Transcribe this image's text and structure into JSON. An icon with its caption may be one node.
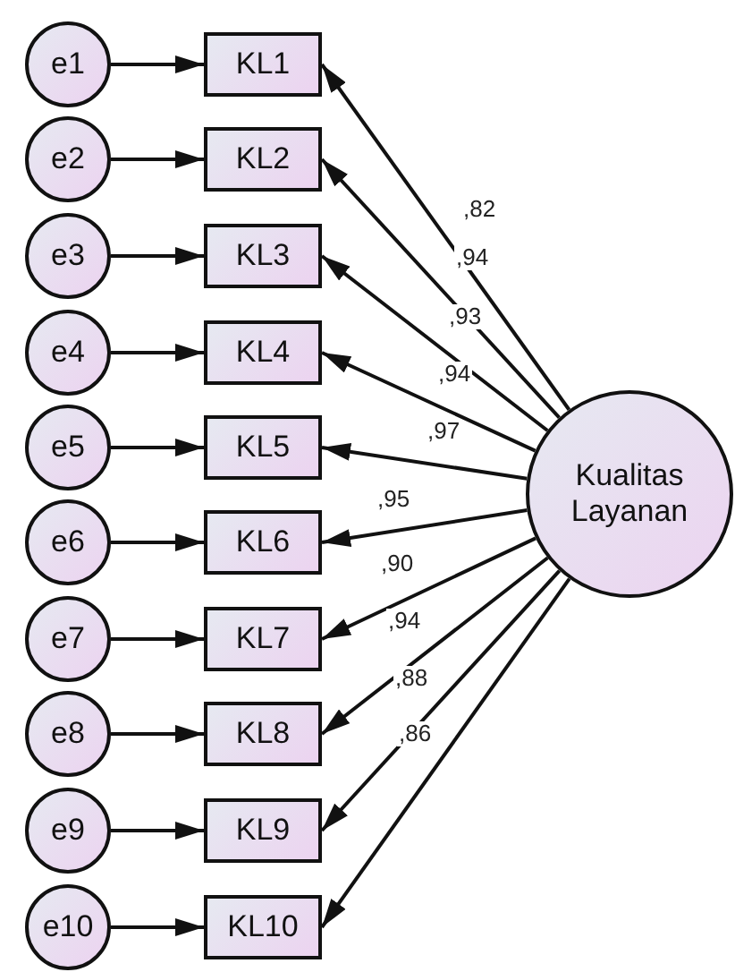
{
  "diagram": {
    "nodes": [
      {
        "text": [
          "e1"
        ]
      },
      {
        "text": [
          "e2"
        ]
      },
      {
        "text": [
          "e3"
        ]
      },
      {
        "text": [
          "e4"
        ]
      },
      {
        "text": [
          "e5"
        ]
      },
      {
        "text": [
          "e6"
        ]
      },
      {
        "text": [
          "e7"
        ]
      },
      {
        "text": [
          "e8"
        ]
      },
      {
        "text": [
          "e9"
        ]
      },
      {
        "text": [
          "e10"
        ]
      },
      {
        "text": [
          "KL1"
        ]
      },
      {
        "text": [
          "KL2"
        ]
      },
      {
        "text": [
          "KL3"
        ]
      },
      {
        "text": [
          "KL4"
        ]
      },
      {
        "text": [
          "KL5"
        ]
      },
      {
        "text": [
          "KL6"
        ]
      },
      {
        "text": [
          "KL7"
        ]
      },
      {
        "text": [
          "KL8"
        ]
      },
      {
        "text": [
          "KL9"
        ]
      },
      {
        "text": [
          "KL10"
        ]
      },
      {
        "text": [
          "Kualitas Layanan"
        ]
      }
    ],
    "edges": [
      {
        "from": 0,
        "to": 10,
        "arrow": "to"
      },
      {
        "from": 1,
        "to": 11,
        "arrow": "to"
      },
      {
        "from": 2,
        "to": 12,
        "arrow": "to"
      },
      {
        "from": 3,
        "to": 13,
        "arrow": "to"
      },
      {
        "from": 4,
        "to": 14,
        "arrow": "to"
      },
      {
        "from": 5,
        "to": 15,
        "arrow": "to"
      },
      {
        "from": 6,
        "to": 16,
        "arrow": "to"
      },
      {
        "from": 7,
        "to": 17,
        "arrow": "to"
      },
      {
        "from": 8,
        "to": 18,
        "arrow": "to"
      },
      {
        "from": 9,
        "to": 19,
        "arrow": "to"
      },
      {
        "from": 20,
        "to": 10,
        "arrow": "to",
        "label": ",82"
      },
      {
        "from": 20,
        "to": 11,
        "arrow": "to",
        "label": ",94"
      },
      {
        "from": 20,
        "to": 12,
        "arrow": "to",
        "label": ",93"
      },
      {
        "from": 20,
        "to": 13,
        "arrow": "to",
        "label": ",94"
      },
      {
        "from": 20,
        "to": 14,
        "arrow": "to",
        "label": ",97"
      },
      {
        "from": 20,
        "to": 15,
        "arrow": "to",
        "label": ",95"
      },
      {
        "from": 20,
        "to": 16,
        "arrow": "to",
        "label": ",90"
      },
      {
        "from": 20,
        "to": 17,
        "arrow": "to",
        "label": ",94"
      },
      {
        "from": 20,
        "to": 18,
        "arrow": "to",
        "label": ",88"
      },
      {
        "from": 20,
        "to": 19,
        "arrow": "to",
        "label": ",86"
      }
    ]
  }
}
